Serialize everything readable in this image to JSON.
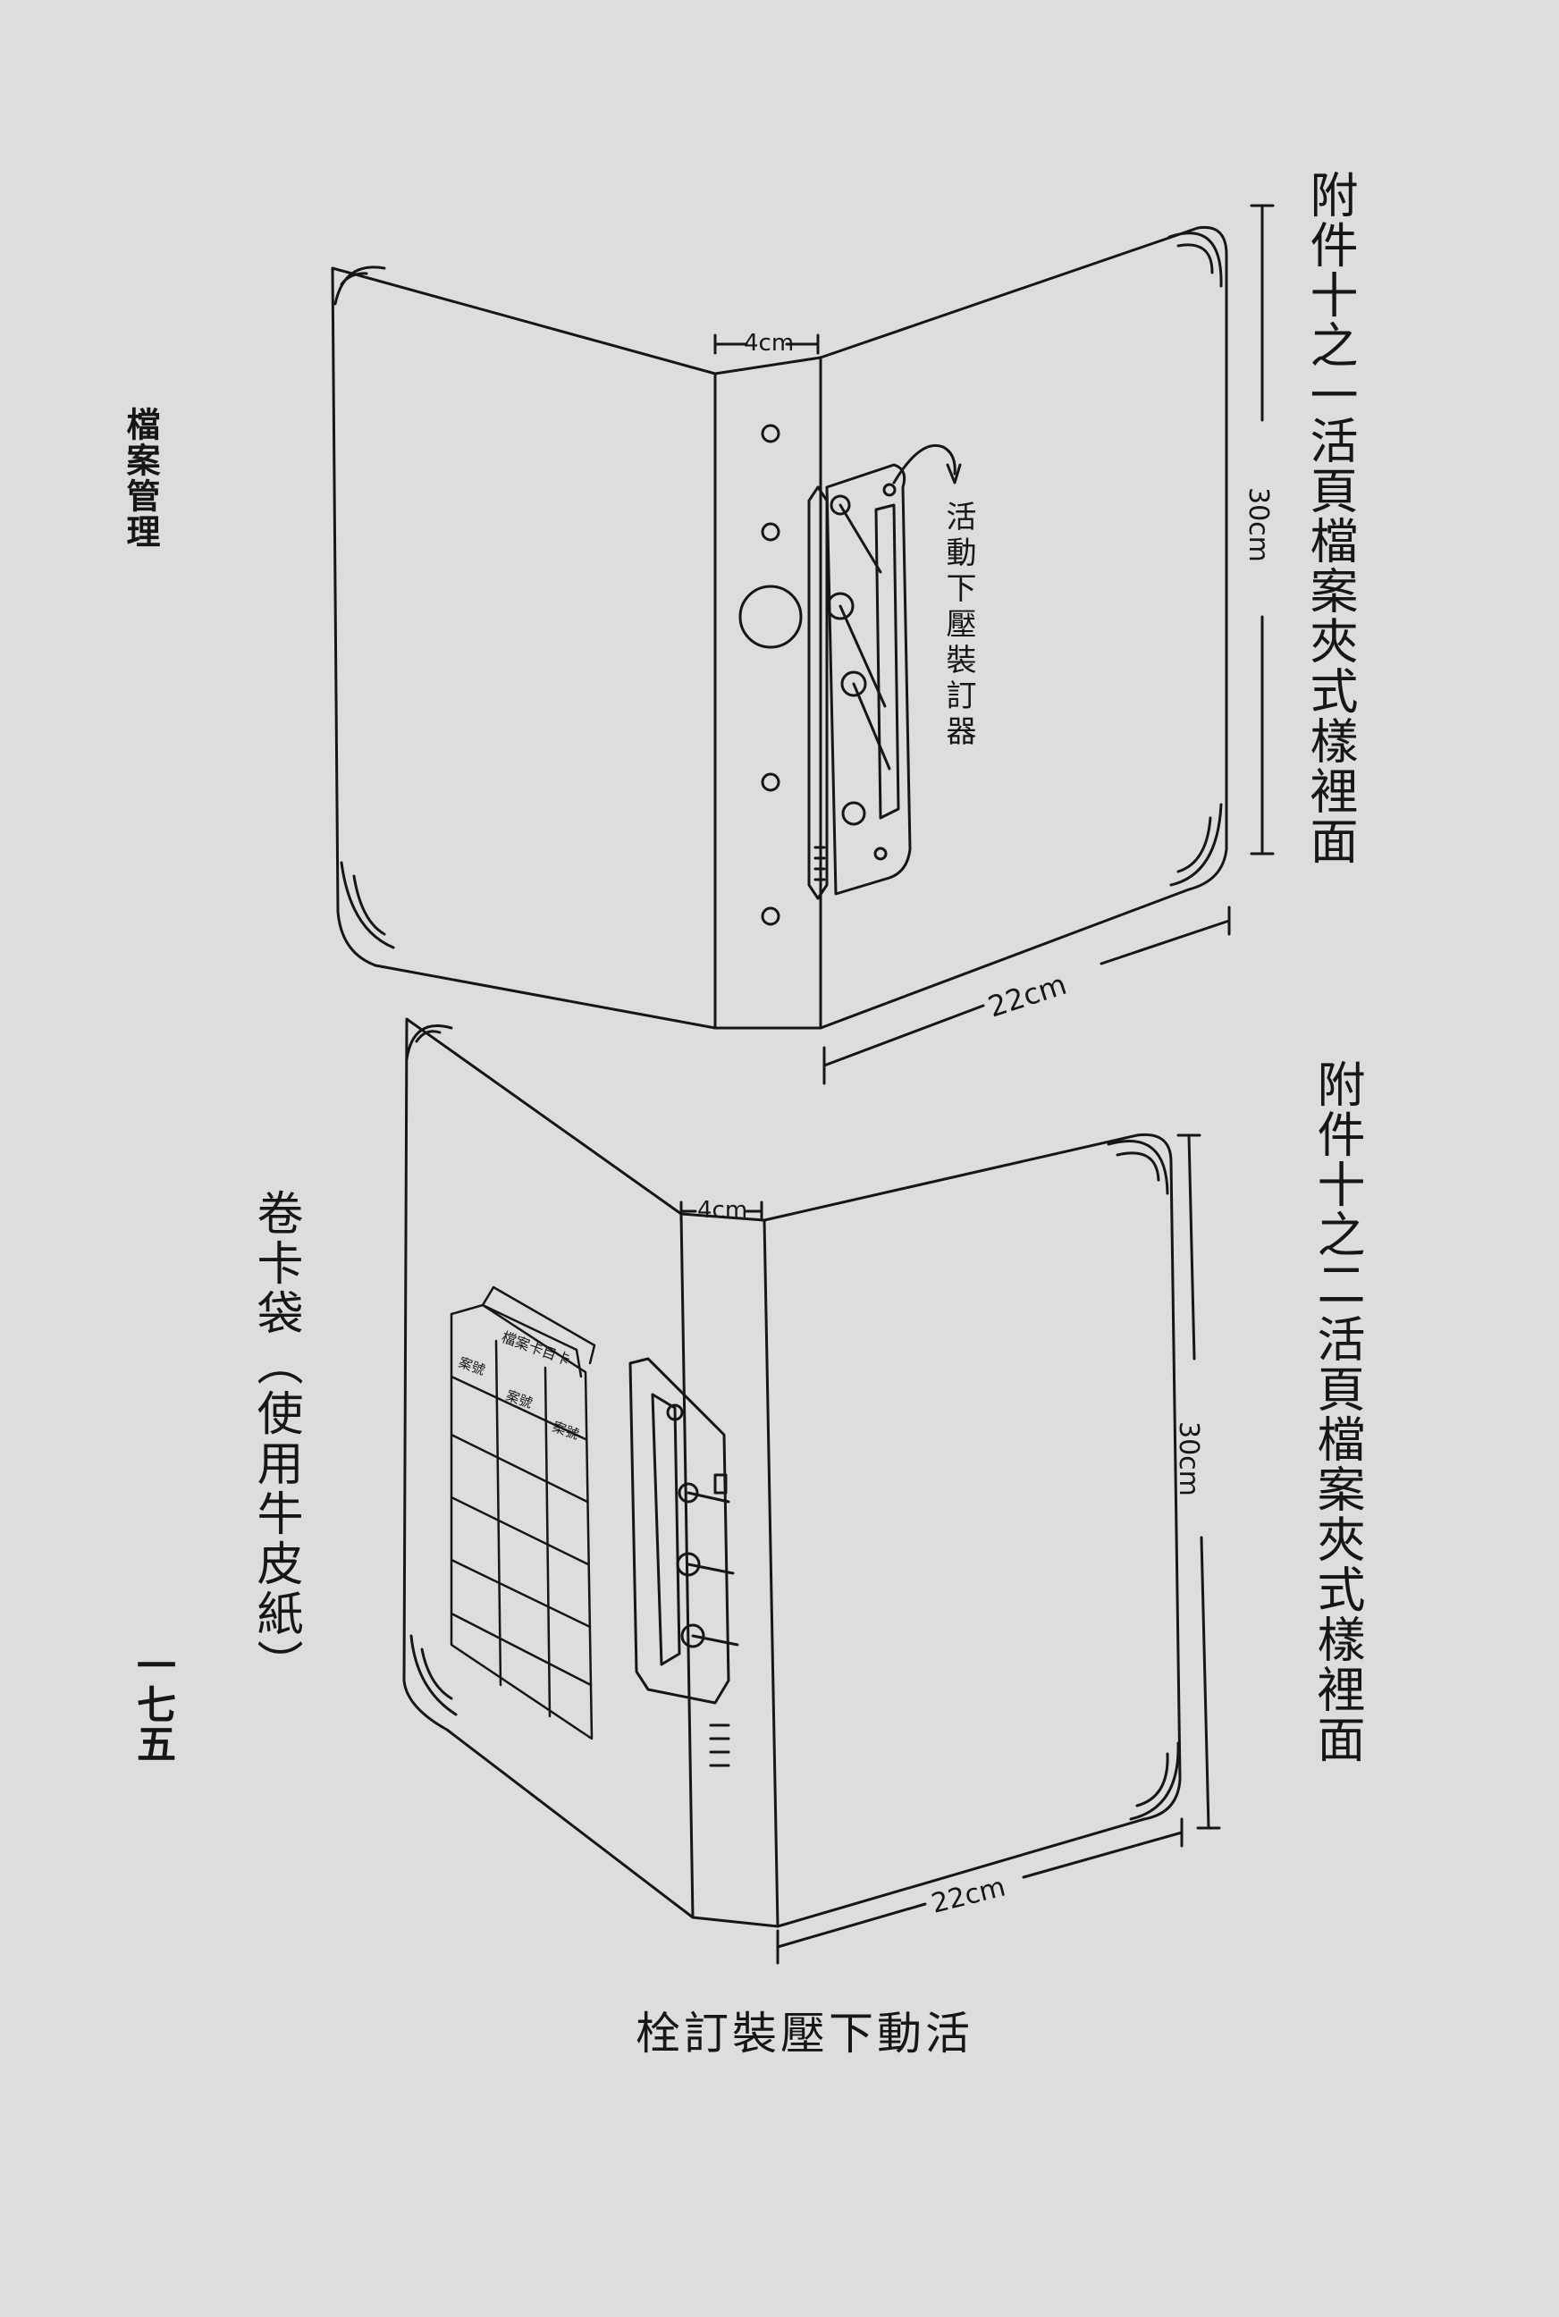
{
  "page": {
    "running_head": "檔案管理",
    "page_number": "一七五"
  },
  "figure_1": {
    "number": "附件十之一",
    "title": "活頁檔案夾式樣裡面",
    "binder_label": "活動下壓裝訂器",
    "dim_spine": "4cm",
    "dim_height": "30cm",
    "dim_width": "22cm"
  },
  "figure_2": {
    "number": "附件十之二",
    "title": "活頁檔案夾式樣裡面",
    "pocket_label": "卷卡袋（使用牛皮紙）",
    "dim_spine": "4cm",
    "dim_height": "30cm",
    "dim_width": "22cm",
    "card_tab_1": "檔案卡目卡",
    "card_tab_2": "案號",
    "card_tab_3": "案號",
    "card_tab_4": "案號"
  },
  "bottom_caption": "栓訂裝壓下動活",
  "colors": {
    "paper": "#dcdedd",
    "ink": "#161616"
  }
}
